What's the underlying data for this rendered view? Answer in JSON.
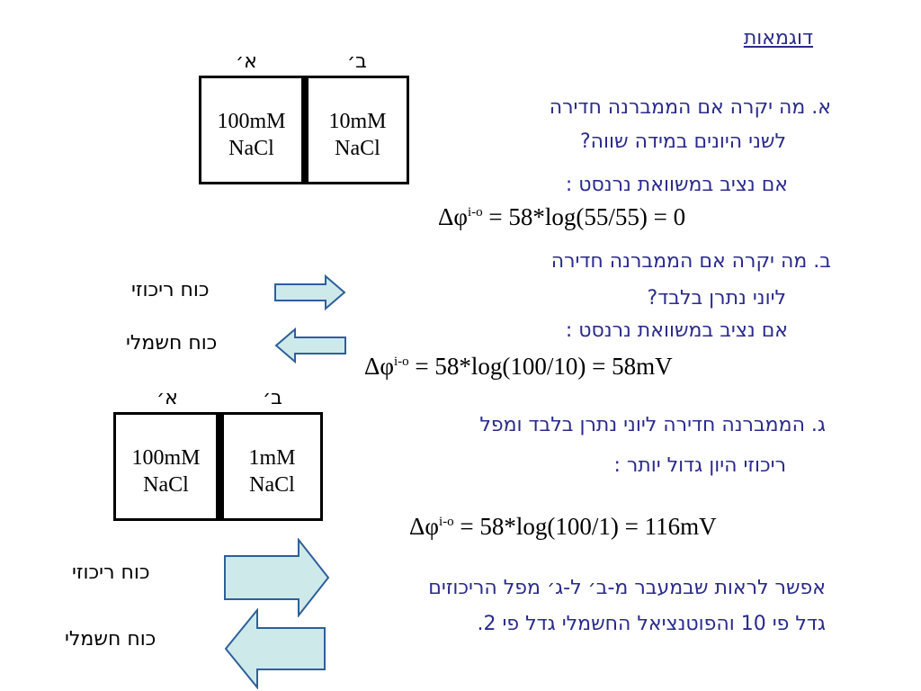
{
  "title": "דוגמאות",
  "container1": {
    "left_label": "א׳",
    "right_label": "ב׳",
    "left_conc": "100mM",
    "left_salt": "NaCl",
    "right_conc": "10mM",
    "right_salt": "NaCl"
  },
  "container2": {
    "left_label": "א׳",
    "right_label": "ב׳",
    "left_conc": "100mM",
    "left_salt": "NaCl",
    "right_conc": "1mM",
    "right_salt": "NaCl"
  },
  "question_a": {
    "line1": "א. מה יקרה אם הממברנה חדירה",
    "line2": "לשני היונים במידה שווה?",
    "nernst": "אם נציב במשוואת נרנסט :",
    "eq_lhs": "Δφ",
    "eq_sup": "i-o",
    "eq_rhs": " = 58*log(55/55) = 0"
  },
  "question_b": {
    "line1": "ב. מה יקרה אם הממברנה חדירה",
    "line2": "ליוני נתרן בלבד?",
    "nernst": "אם נציב במשוואת נרנסט :",
    "eq_lhs": "Δφ",
    "eq_sup": "i-o",
    "eq_rhs": " = 58*log(100/10) = 58mV"
  },
  "question_c": {
    "line1": "ג. הממברנה חדירה ליוני נתרן בלבד ומפל",
    "line2": "ריכוזי היון גדול יותר :",
    "eq_lhs": "Δφ",
    "eq_sup": "i-o",
    "eq_rhs": " = 58*log(100/1) = 116mV"
  },
  "conclusion": {
    "line1": "אפשר לראות שבמעבר מ-ב׳ ל-ג׳ מפל הריכוזים",
    "line2": "גדל פי 10 והפוטנציאל החשמלי גדל פי 2."
  },
  "forces_small": {
    "concentration": "כוח ריכוזי",
    "electric": "כוח חשמלי"
  },
  "forces_large": {
    "concentration": "כוח ריכוזי",
    "electric": "כוח חשמלי"
  },
  "colors": {
    "text_blue": "#2a2a8c",
    "arrow_fill": "#cde9ea",
    "arrow_stroke": "#2e5f9a"
  }
}
